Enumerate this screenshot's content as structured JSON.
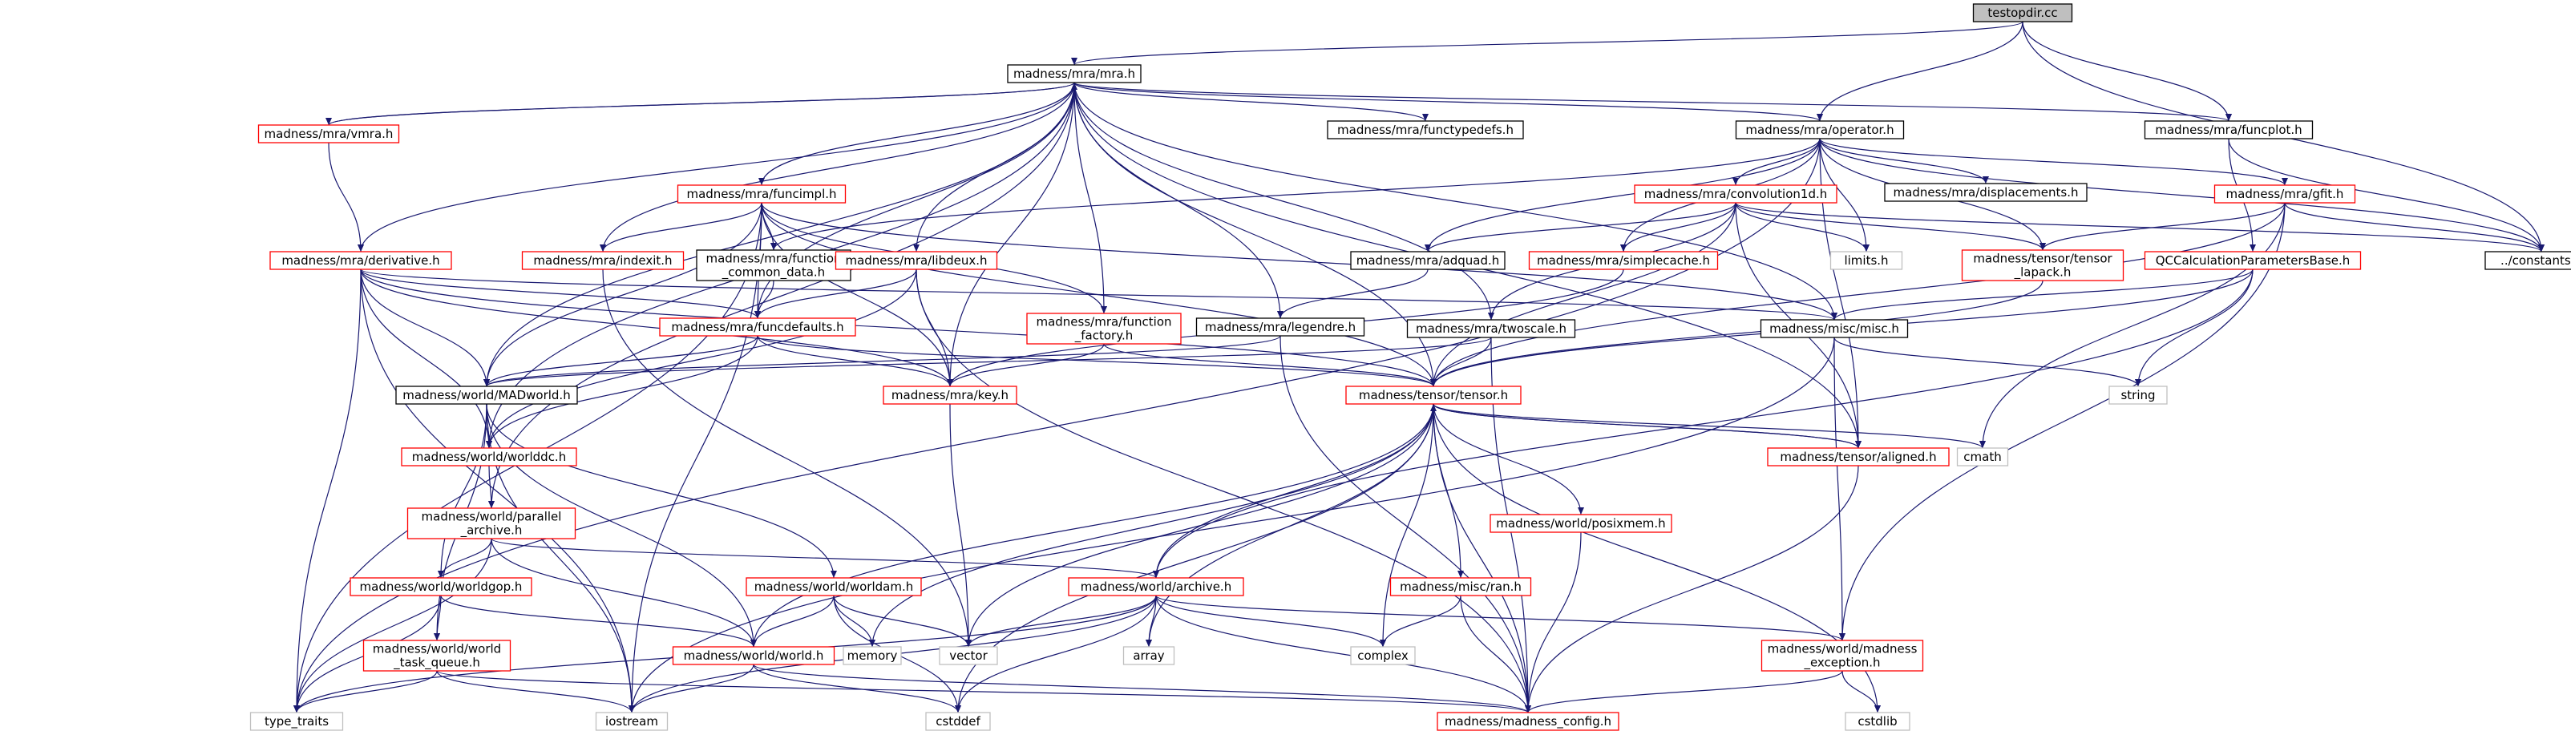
{
  "colors": {
    "background": "#ffffff",
    "edge": "#191970",
    "border_documented": "#000000",
    "border_red": "#ff0000",
    "border_external": "#bfbfbf",
    "fill_root": "#bfbfbf",
    "fill_node": "#ffffff",
    "text": "#000000"
  },
  "nodes": [
    {
      "id": "testopdir",
      "label": "testopdir.cc",
      "kind": "root"
    },
    {
      "id": "mra",
      "label": "madness/mra/mra.h",
      "kind": "documented"
    },
    {
      "id": "operator",
      "label": "madness/mra/operator.h",
      "kind": "documented"
    },
    {
      "id": "funcplot",
      "label": "madness/mra/funcplot.h",
      "kind": "documented"
    },
    {
      "id": "vmra",
      "label": "madness/mra/vmra.h",
      "kind": "red"
    },
    {
      "id": "functypedefs",
      "label": "madness/mra/functypedefs.h",
      "kind": "documented"
    },
    {
      "id": "funcimpl",
      "label": "madness/mra/funcimpl.h",
      "kind": "red"
    },
    {
      "id": "convolution1d",
      "label": "madness/mra/convolution1d.h",
      "kind": "red"
    },
    {
      "id": "displacements",
      "label": "madness/mra/displacements.h",
      "kind": "documented"
    },
    {
      "id": "gfit",
      "label": "madness/mra/gfit.h",
      "kind": "red"
    },
    {
      "id": "derivative",
      "label": "madness/mra/derivative.h",
      "kind": "red"
    },
    {
      "id": "indexit",
      "label": "madness/mra/indexit.h",
      "kind": "red"
    },
    {
      "id": "function_common_data",
      "label": "madness/mra/function\n_common_data.h",
      "kind": "documented"
    },
    {
      "id": "libdeux",
      "label": "madness/mra/libdeux.h",
      "kind": "red"
    },
    {
      "id": "adquad",
      "label": "madness/mra/adquad.h",
      "kind": "documented"
    },
    {
      "id": "simplecache",
      "label": "madness/mra/simplecache.h",
      "kind": "red"
    },
    {
      "id": "limits",
      "label": "limits.h",
      "kind": "external"
    },
    {
      "id": "tensor_lapack",
      "label": "madness/tensor/tensor\n_lapack.h",
      "kind": "red"
    },
    {
      "id": "constants",
      "label": "../constants.h",
      "kind": "documented"
    },
    {
      "id": "qccalc",
      "label": "QCCalculationParametersBase.h",
      "kind": "red"
    },
    {
      "id": "funcdefaults",
      "label": "madness/mra/funcdefaults.h",
      "kind": "red"
    },
    {
      "id": "function_factory",
      "label": "madness/mra/function\n_factory.h",
      "kind": "red"
    },
    {
      "id": "legendre",
      "label": "madness/mra/legendre.h",
      "kind": "documented"
    },
    {
      "id": "twoscale",
      "label": "madness/mra/twoscale.h",
      "kind": "documented"
    },
    {
      "id": "misc",
      "label": "madness/misc/misc.h",
      "kind": "documented"
    },
    {
      "id": "string",
      "label": "string",
      "kind": "external"
    },
    {
      "id": "madworld",
      "label": "madness/world/MADworld.h",
      "kind": "documented"
    },
    {
      "id": "key",
      "label": "madness/mra/key.h",
      "kind": "red"
    },
    {
      "id": "tensor",
      "label": "madness/tensor/tensor.h",
      "kind": "red"
    },
    {
      "id": "worlddc",
      "label": "madness/world/worlddc.h",
      "kind": "red"
    },
    {
      "id": "aligned",
      "label": "madness/tensor/aligned.h",
      "kind": "red"
    },
    {
      "id": "cmath",
      "label": "cmath",
      "kind": "external"
    },
    {
      "id": "parallel_archive",
      "label": "madness/world/parallel\n_archive.h",
      "kind": "red"
    },
    {
      "id": "posixmem",
      "label": "madness/world/posixmem.h",
      "kind": "red"
    },
    {
      "id": "worldgop",
      "label": "madness/world/worldgop.h",
      "kind": "red"
    },
    {
      "id": "worldam",
      "label": "madness/world/worldam.h",
      "kind": "red"
    },
    {
      "id": "archive",
      "label": "madness/world/archive.h",
      "kind": "red"
    },
    {
      "id": "ran",
      "label": "madness/misc/ran.h",
      "kind": "red"
    },
    {
      "id": "world_task_queue",
      "label": "madness/world/world\n_task_queue.h",
      "kind": "red"
    },
    {
      "id": "world",
      "label": "madness/world/world.h",
      "kind": "red"
    },
    {
      "id": "memory",
      "label": "memory",
      "kind": "external"
    },
    {
      "id": "vector",
      "label": "vector",
      "kind": "external"
    },
    {
      "id": "array",
      "label": "array",
      "kind": "external"
    },
    {
      "id": "complex",
      "label": "complex",
      "kind": "external"
    },
    {
      "id": "madness_exception",
      "label": "madness/world/madness\n_exception.h",
      "kind": "red"
    },
    {
      "id": "type_traits",
      "label": "type_traits",
      "kind": "external"
    },
    {
      "id": "iostream",
      "label": "iostream",
      "kind": "external"
    },
    {
      "id": "cstddef",
      "label": "cstddef",
      "kind": "external"
    },
    {
      "id": "madness_config",
      "label": "madness/madness_config.h",
      "kind": "red"
    },
    {
      "id": "cstdlib",
      "label": "cstdlib",
      "kind": "external"
    }
  ],
  "edges": [
    [
      "testopdir",
      "mra"
    ],
    [
      "testopdir",
      "operator"
    ],
    [
      "testopdir",
      "funcplot"
    ],
    [
      "testopdir",
      "constants"
    ],
    [
      "mra",
      "vmra"
    ],
    [
      "mra",
      "functypedefs"
    ],
    [
      "mra",
      "operator"
    ],
    [
      "mra",
      "funcplot"
    ],
    [
      "mra",
      "funcimpl"
    ],
    [
      "mra",
      "derivative"
    ],
    [
      "mra",
      "indexit"
    ],
    [
      "mra",
      "libdeux"
    ],
    [
      "mra",
      "function_factory"
    ],
    [
      "mra",
      "legendre"
    ],
    [
      "mra",
      "twoscale"
    ],
    [
      "mra",
      "misc"
    ],
    [
      "mra",
      "madworld"
    ],
    [
      "mra",
      "key"
    ],
    [
      "mra",
      "tensor"
    ],
    [
      "mra",
      "worlddc"
    ],
    [
      "mra",
      "parallel_archive"
    ],
    [
      "mra",
      "funcdefaults"
    ],
    [
      "mra",
      "aligned"
    ],
    [
      "vmra",
      "mra"
    ],
    [
      "vmra",
      "derivative"
    ],
    [
      "operator",
      "convolution1d"
    ],
    [
      "operator",
      "displacements"
    ],
    [
      "operator",
      "gfit"
    ],
    [
      "operator",
      "limits"
    ],
    [
      "operator",
      "tensor_lapack"
    ],
    [
      "operator",
      "constants"
    ],
    [
      "operator",
      "simplecache"
    ],
    [
      "operator",
      "adquad"
    ],
    [
      "operator",
      "function_common_data"
    ],
    [
      "operator",
      "type_traits"
    ],
    [
      "operator",
      "aligned"
    ],
    [
      "funcplot",
      "qccalc"
    ],
    [
      "funcplot",
      "constants"
    ],
    [
      "funcimpl",
      "indexit"
    ],
    [
      "funcimpl",
      "function_common_data"
    ],
    [
      "funcimpl",
      "funcdefaults"
    ],
    [
      "funcimpl",
      "function_factory"
    ],
    [
      "funcimpl",
      "key"
    ],
    [
      "funcimpl",
      "tensor"
    ],
    [
      "funcimpl",
      "madworld"
    ],
    [
      "funcimpl",
      "misc"
    ],
    [
      "funcimpl",
      "type_traits"
    ],
    [
      "funcimpl",
      "iostream"
    ],
    [
      "convolution1d",
      "adquad"
    ],
    [
      "convolution1d",
      "simplecache"
    ],
    [
      "convolution1d",
      "limits"
    ],
    [
      "convolution1d",
      "tensor_lapack"
    ],
    [
      "convolution1d",
      "twoscale"
    ],
    [
      "convolution1d",
      "constants"
    ],
    [
      "convolution1d",
      "tensor"
    ],
    [
      "convolution1d",
      "aligned"
    ],
    [
      "gfit",
      "tensor_lapack"
    ],
    [
      "gfit",
      "constants"
    ],
    [
      "gfit",
      "cmath"
    ],
    [
      "gfit",
      "madness_exception"
    ],
    [
      "gfit",
      "tensor"
    ],
    [
      "derivative",
      "funcdefaults"
    ],
    [
      "derivative",
      "madworld"
    ],
    [
      "derivative",
      "worlddc"
    ],
    [
      "derivative",
      "key"
    ],
    [
      "derivative",
      "tensor"
    ],
    [
      "derivative",
      "misc"
    ],
    [
      "derivative",
      "iostream"
    ],
    [
      "derivative",
      "type_traits"
    ],
    [
      "indexit",
      "vector"
    ],
    [
      "function_common_data",
      "funcdefaults"
    ],
    [
      "libdeux",
      "funcdefaults"
    ],
    [
      "libdeux",
      "worlddc"
    ],
    [
      "libdeux",
      "key"
    ],
    [
      "libdeux",
      "madness_config"
    ],
    [
      "adquad",
      "legendre"
    ],
    [
      "simplecache",
      "key"
    ],
    [
      "tensor_lapack",
      "tensor"
    ],
    [
      "qccalc",
      "misc"
    ],
    [
      "qccalc",
      "string"
    ],
    [
      "qccalc",
      "tensor"
    ],
    [
      "qccalc",
      "archive"
    ],
    [
      "funcdefaults",
      "key"
    ],
    [
      "funcdefaults",
      "madworld"
    ],
    [
      "funcdefaults",
      "worlddc"
    ],
    [
      "funcdefaults",
      "tensor"
    ],
    [
      "function_factory",
      "key"
    ],
    [
      "function_factory",
      "tensor"
    ],
    [
      "legendre",
      "madworld"
    ],
    [
      "legendre",
      "madness_config"
    ],
    [
      "twoscale",
      "tensor"
    ],
    [
      "twoscale",
      "madworld"
    ],
    [
      "twoscale",
      "madness_config"
    ],
    [
      "misc",
      "string"
    ],
    [
      "misc",
      "madness_exception"
    ],
    [
      "misc",
      "iostream"
    ],
    [
      "madworld",
      "worlddc"
    ],
    [
      "madworld",
      "worldgop"
    ],
    [
      "madworld",
      "worldam"
    ],
    [
      "madworld",
      "world"
    ],
    [
      "madworld",
      "world_task_queue"
    ],
    [
      "madworld",
      "iostream"
    ],
    [
      "key",
      "vector"
    ],
    [
      "tensor",
      "aligned"
    ],
    [
      "tensor",
      "cmath"
    ],
    [
      "tensor",
      "posixmem"
    ],
    [
      "tensor",
      "ran"
    ],
    [
      "tensor",
      "archive"
    ],
    [
      "tensor",
      "memory"
    ],
    [
      "tensor",
      "vector"
    ],
    [
      "tensor",
      "array"
    ],
    [
      "tensor",
      "complex"
    ],
    [
      "tensor",
      "madness_config"
    ],
    [
      "tensor",
      "cstdlib"
    ],
    [
      "tensor",
      "cstddef"
    ],
    [
      "tensor",
      "world"
    ],
    [
      "aligned",
      "tensor"
    ],
    [
      "aligned",
      "madness_config"
    ],
    [
      "worlddc",
      "parallel_archive"
    ],
    [
      "parallel_archive",
      "worldgop"
    ],
    [
      "parallel_archive",
      "archive"
    ],
    [
      "parallel_archive",
      "world"
    ],
    [
      "parallel_archive",
      "type_traits"
    ],
    [
      "posixmem",
      "madness_config"
    ],
    [
      "worldgop",
      "world_task_queue"
    ],
    [
      "worldgop",
      "world"
    ],
    [
      "worldgop",
      "type_traits"
    ],
    [
      "worldam",
      "world"
    ],
    [
      "worldam",
      "memory"
    ],
    [
      "worldam",
      "vector"
    ],
    [
      "worldam",
      "cstddef"
    ],
    [
      "archive",
      "vector"
    ],
    [
      "archive",
      "array"
    ],
    [
      "archive",
      "complex"
    ],
    [
      "archive",
      "madness_exception"
    ],
    [
      "archive",
      "type_traits"
    ],
    [
      "archive",
      "iostream"
    ],
    [
      "archive",
      "cstddef"
    ],
    [
      "archive",
      "madness_config"
    ],
    [
      "ran",
      "complex"
    ],
    [
      "ran",
      "madness_config"
    ],
    [
      "world_task_queue",
      "type_traits"
    ],
    [
      "world_task_queue",
      "iostream"
    ],
    [
      "world_task_queue",
      "madness_config"
    ],
    [
      "world",
      "iostream"
    ],
    [
      "world",
      "cstddef"
    ],
    [
      "world",
      "madness_config"
    ],
    [
      "madness_exception",
      "madness_config"
    ],
    [
      "madness_exception",
      "cstdlib"
    ]
  ]
}
